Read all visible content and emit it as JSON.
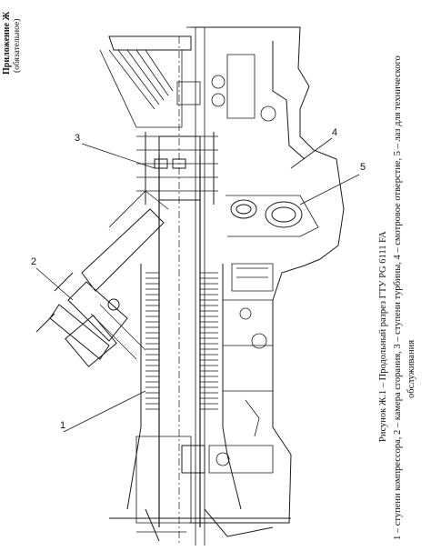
{
  "header": {
    "appendix": "Приложение Ж",
    "mandatory": "(обязательное)"
  },
  "caption": {
    "title": "Рисунок Ж.1 – Продольный разрез ГТУ PG 6111 FA",
    "legend_line1": "1 – ступени компрессора, 2 – камера сгорания, 3 – ступени турбины, 4 – смотровое отверстие, 5 – лаз для технического",
    "legend_line2": "обслуживания"
  },
  "callouts": [
    "1",
    "2",
    "3",
    "4",
    "5"
  ]
}
